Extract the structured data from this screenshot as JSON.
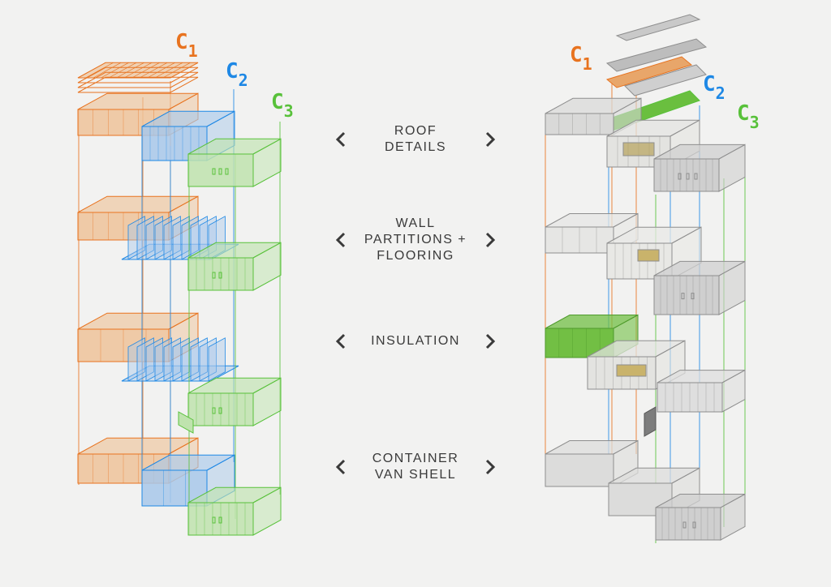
{
  "colors": {
    "c1": "#e8731f",
    "c2": "#1e88e5",
    "c3": "#58c13a",
    "c1_fill": "#eec39a",
    "c2_fill": "#a8c8ea",
    "c3_fill": "#bfe3ae",
    "chevron": "#3a3a3a",
    "background": "#f2f2f1"
  },
  "module_tags": {
    "left": {
      "c1": "C1",
      "c2": "C2",
      "c3": "C3"
    },
    "right": {
      "c1": "C1",
      "c2": "C2",
      "c3": "C3"
    }
  },
  "layers": [
    {
      "lines": [
        "ROOF",
        "DETAILS"
      ],
      "icons": [
        "chevron-left-icon",
        "chevron-right-icon"
      ]
    },
    {
      "lines": [
        "WALL",
        "PARTITIONS +",
        "FLOORING"
      ],
      "icons": [
        "chevron-left-icon",
        "chevron-right-icon"
      ]
    },
    {
      "lines": [
        "INSULATION"
      ],
      "icons": [
        "chevron-left-icon",
        "chevron-right-icon"
      ]
    },
    {
      "lines": [
        "CONTAINER",
        "VAN SHELL"
      ],
      "icons": [
        "chevron-left-icon",
        "chevron-right-icon"
      ]
    }
  ]
}
